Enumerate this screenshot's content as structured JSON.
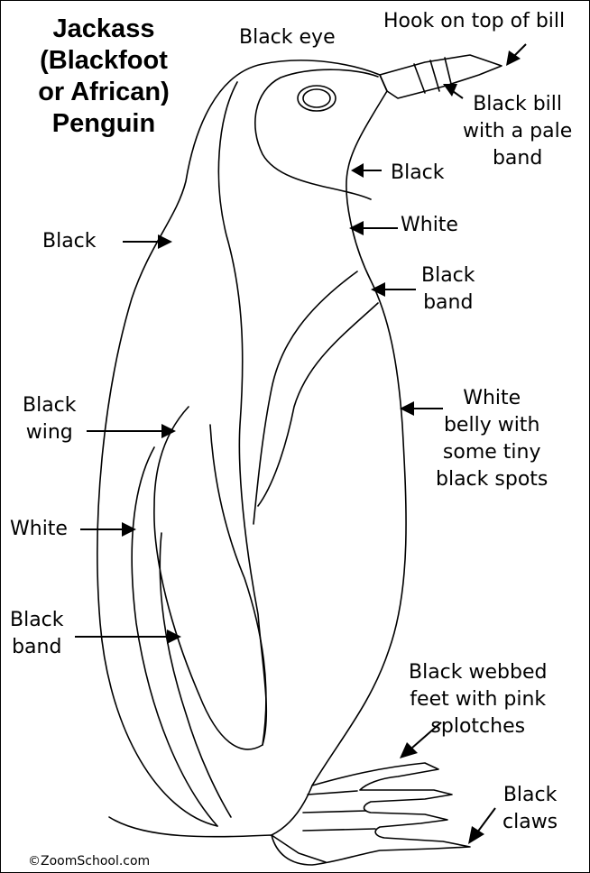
{
  "title_lines": [
    "Jackass",
    "(Blackfoot",
    "or African)",
    "Penguin"
  ],
  "labels": {
    "black_eye": "Black eye",
    "hook": "Hook on top of bill",
    "bill": [
      "Black bill",
      "with a pale",
      "band"
    ],
    "neck_black": "Black",
    "neck_white": "White",
    "chest_band": [
      "Black",
      "band"
    ],
    "belly": [
      "White",
      "belly with",
      "some tiny",
      "black spots"
    ],
    "back_black": "Black",
    "wing": [
      "Black",
      "wing"
    ],
    "side_white": "White",
    "side_band": [
      "Black",
      "band"
    ],
    "feet": [
      "Black webbed",
      "feet with pink",
      "splotches"
    ],
    "claws": [
      "Black",
      "claws"
    ]
  },
  "copyright": "©ZoomSchool.com"
}
